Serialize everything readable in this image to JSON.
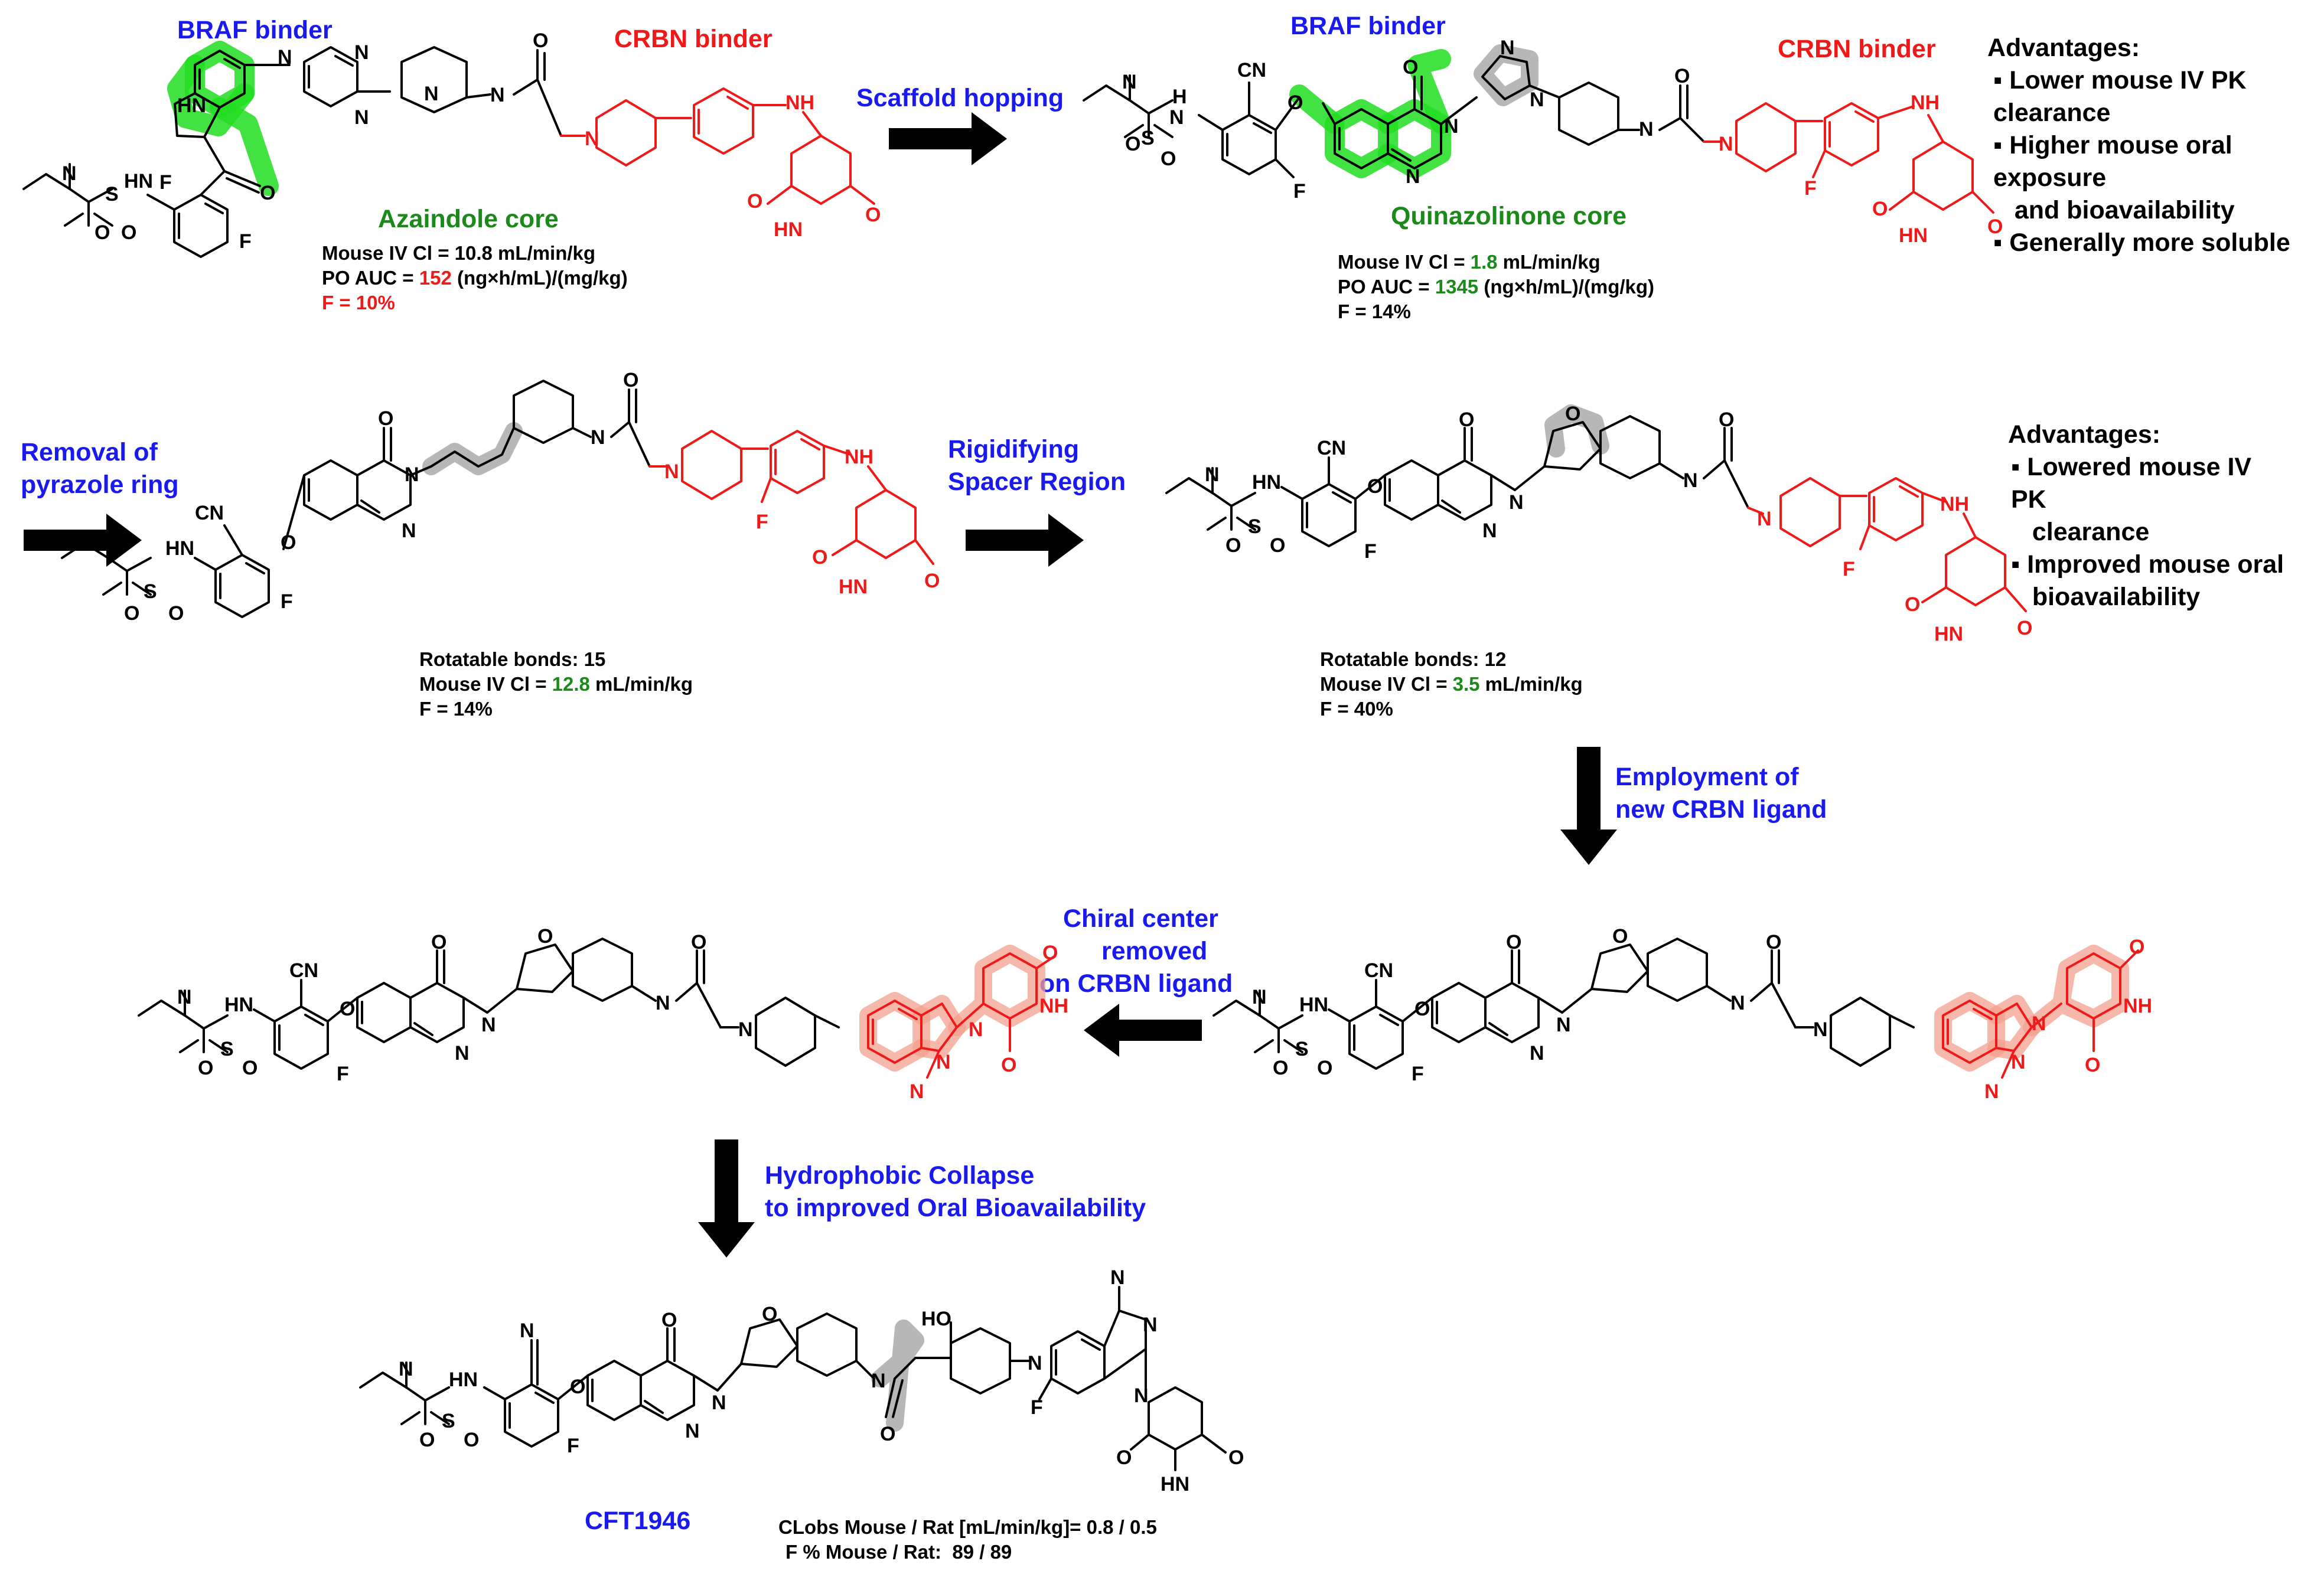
{
  "row1": {
    "left": {
      "braf_label": "BRAF binder",
      "crbn_label": "CRBN binder",
      "core_label": "Azaindole core",
      "props": [
        {
          "prefix": "Mouse IV Cl = ",
          "value": "10.8",
          "suffix": " mL/min/kg",
          "color": "#000000"
        },
        {
          "prefix": "PO AUC = ",
          "value": "152",
          "suffix": " (ng×h/mL)/(mg/kg)",
          "color": "#ee1a1a"
        },
        {
          "prefix": "",
          "value": "F = 10%",
          "suffix": "",
          "color": "#ee1a1a"
        }
      ]
    },
    "arrow_label": "Scaffold hopping",
    "right": {
      "braf_label": "BRAF binder",
      "crbn_label": "CRBN binder",
      "core_label": "Quinazolinone core",
      "props": [
        {
          "prefix": "Mouse IV Cl = ",
          "value": "1.8",
          "suffix": " mL/min/kg",
          "color": "#1b8a1b"
        },
        {
          "prefix": "PO AUC = ",
          "value": "1345",
          "suffix": " (ng×h/mL)/(mg/kg)",
          "color": "#1b8a1b"
        },
        {
          "prefix": "F = 14%",
          "value": "",
          "suffix": "",
          "color": "#000000"
        }
      ]
    },
    "advantages": {
      "title": "Advantages:",
      "lines": [
        "▪ Lower mouse IV PK",
        "clearance",
        "▪ Higher mouse oral",
        "exposure",
        "   and bioavailability",
        "▪ Generally more soluble"
      ]
    }
  },
  "row2": {
    "arrow1_label_lines": [
      "Removal of",
      "pyrazole ring"
    ],
    "left_props": [
      {
        "prefix": "Rotatable bonds: 15",
        "value": "",
        "suffix": "",
        "color": "#000000"
      },
      {
        "prefix": "Mouse IV Cl = ",
        "value": "12.8",
        "suffix": " mL/min/kg",
        "color": "#1b8a1b"
      },
      {
        "prefix": "F = 14%",
        "value": "",
        "suffix": "",
        "color": "#000000"
      }
    ],
    "arrow2_label_lines": [
      "Rigidifying",
      "Spacer Region"
    ],
    "right_props": [
      {
        "prefix": "Rotatable bonds: 12",
        "value": "",
        "suffix": "",
        "color": "#000000"
      },
      {
        "prefix": "Mouse IV Cl = ",
        "value": "3.5",
        "suffix": " mL/min/kg",
        "color": "#1b8a1b"
      },
      {
        "prefix": "F = 40%",
        "value": "",
        "suffix": "",
        "color": "#000000"
      }
    ],
    "advantages": {
      "title": "Advantages:",
      "lines": [
        "▪ Lowered mouse IV",
        "PK",
        "   clearance",
        "▪ Improved mouse oral",
        "   bioavailability"
      ]
    }
  },
  "down_arrow1_label_lines": [
    "Employment of",
    "new CRBN ligand"
  ],
  "row3": {
    "arrow_label_lines": [
      "Chiral center",
      "removed",
      "on CRBN ligand"
    ]
  },
  "down_arrow2_label_lines": [
    "Hydrophobic Collapse",
    "to improved Oral Bioavailability"
  ],
  "final": {
    "name": "CFT1946",
    "props": [
      "CLobs Mouse / Rat [mL/min/kg]= 0.8 / 0.5",
      "F % Mouse / Rat:  89 / 89"
    ]
  },
  "colors": {
    "step_blue": "#1a1aee",
    "crbn_red": "#ee1a1a",
    "core_green": "#1b8a1b",
    "highlight_green": "#22dd22"
  }
}
